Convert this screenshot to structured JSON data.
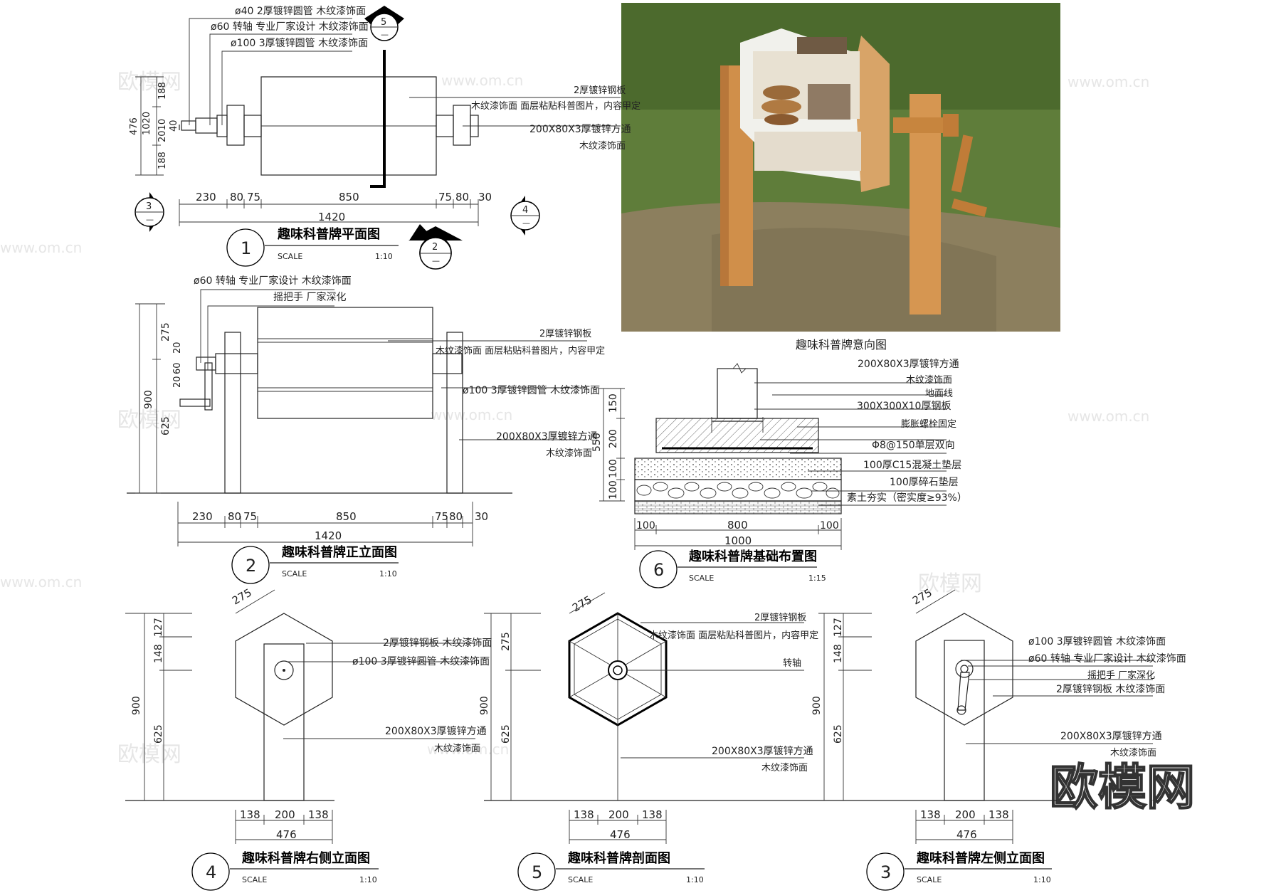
{
  "watermark": {
    "site": "www.om.cn",
    "brand": "欧模网"
  },
  "photo": {
    "caption": "趣味科普牌意向图"
  },
  "plan": {
    "title": "趣味科普牌平面图",
    "number": "1",
    "scale_label": "SCALE",
    "scale": "1:10",
    "notes": [
      "ø40 2厚镀锌圆管 木纹漆饰面",
      "ø60 转轴 专业厂家设计 木纹漆饰面",
      "ø100 3厚镀锌圆管 木纹漆饰面"
    ],
    "right_notes": [
      "2厚镀锌钢板",
      "木纹漆饰面 面层粘贴科普图片，内容甲定",
      "200X80X3厚镀锌方通",
      "木纹漆饰面"
    ],
    "dims_bottom": [
      "230",
      "80",
      "75",
      "850",
      "75",
      "80",
      "30"
    ],
    "total": "1420",
    "dims_left": [
      "476",
      "188",
      "1020",
      "2010",
      "40",
      "188"
    ],
    "markers": [
      {
        "n": "5",
        "s": "—"
      },
      {
        "n": "3",
        "s": "—"
      },
      {
        "n": "4",
        "s": "—"
      },
      {
        "n": "2",
        "s": "—"
      }
    ]
  },
  "front": {
    "title": "趣味科普牌正立面图",
    "number": "2",
    "scale_label": "SCALE",
    "scale": "1:10",
    "notes": [
      "ø60 转轴 专业厂家设计 木纹漆饰面",
      "摇把手 厂家深化"
    ],
    "right_notes": [
      "2厚镀锌钢板",
      "木纹漆饰面 面层粘贴科普图片，内容甲定",
      "ø100 3厚镀锌圆管 木纹漆饰面",
      "200X80X3厚镀锌方通",
      "木纹漆饰面"
    ],
    "dims_bottom": [
      "230",
      "80",
      "75",
      "850",
      "75",
      "80",
      "30"
    ],
    "total": "1420",
    "dims_left": [
      "900",
      "275",
      "625",
      "20",
      "60",
      "20"
    ]
  },
  "foundation": {
    "title": "趣味科普牌基础布置图",
    "number": "6",
    "scale_label": "SCALE",
    "scale": "1:15",
    "notes": [
      "200X80X3厚镀锌方通",
      "木纹漆饰面",
      "地面线",
      "300X300X10厚钢板",
      "膨胀螺栓固定",
      "Φ8@150单层双向",
      "100厚C15混凝土垫层",
      "100厚碎石垫层",
      "素土夯实（密实度≥93%）"
    ],
    "dims_left": [
      "150",
      "200",
      "550",
      "100",
      "100"
    ],
    "dims_bottom": [
      "100",
      "800",
      "100"
    ],
    "total": "1000"
  },
  "right_side": {
    "title": "趣味科普牌右侧立面图",
    "number": "4",
    "scale_label": "SCALE",
    "scale": "1:10",
    "notes": [
      "2厚镀锌钢板 木纹漆饰面",
      "ø100 3厚镀锌圆管 木纹漆饰面",
      "200X80X3厚镀锌方通",
      "木纹漆饰面"
    ],
    "edge": "275",
    "dims_left": [
      "127",
      "148",
      "900",
      "625"
    ],
    "dims_bottom": [
      "138",
      "200",
      "138"
    ],
    "total": "476"
  },
  "section": {
    "title": "趣味科普牌剖面图",
    "number": "5",
    "scale_label": "SCALE",
    "scale": "1:10",
    "notes": [
      "2厚镀锌钢板",
      "木纹漆饰面 面层粘贴科普图片，内容甲定",
      "转轴",
      "200X80X3厚镀锌方通",
      "木纹漆饰面"
    ],
    "edge": "275",
    "dims_left": [
      "275",
      "900",
      "625"
    ],
    "dims_bottom": [
      "138",
      "200",
      "138"
    ],
    "total": "476"
  },
  "left_side": {
    "title": "趣味科普牌左侧立面图",
    "number": "3",
    "scale_label": "SCALE",
    "scale": "1:10",
    "notes": [
      "ø100 3厚镀锌圆管 木纹漆饰面",
      "ø60 转轴 专业厂家设计 木纹漆饰面",
      "摇把手 厂家深化",
      "2厚镀锌钢板 木纹漆饰面",
      "200X80X3厚镀锌方通",
      "木纹漆饰面"
    ],
    "edge": "275",
    "dims_left": [
      "127",
      "148",
      "900",
      "625"
    ],
    "dims_bottom": [
      "138",
      "200",
      "138"
    ],
    "total": "476"
  }
}
